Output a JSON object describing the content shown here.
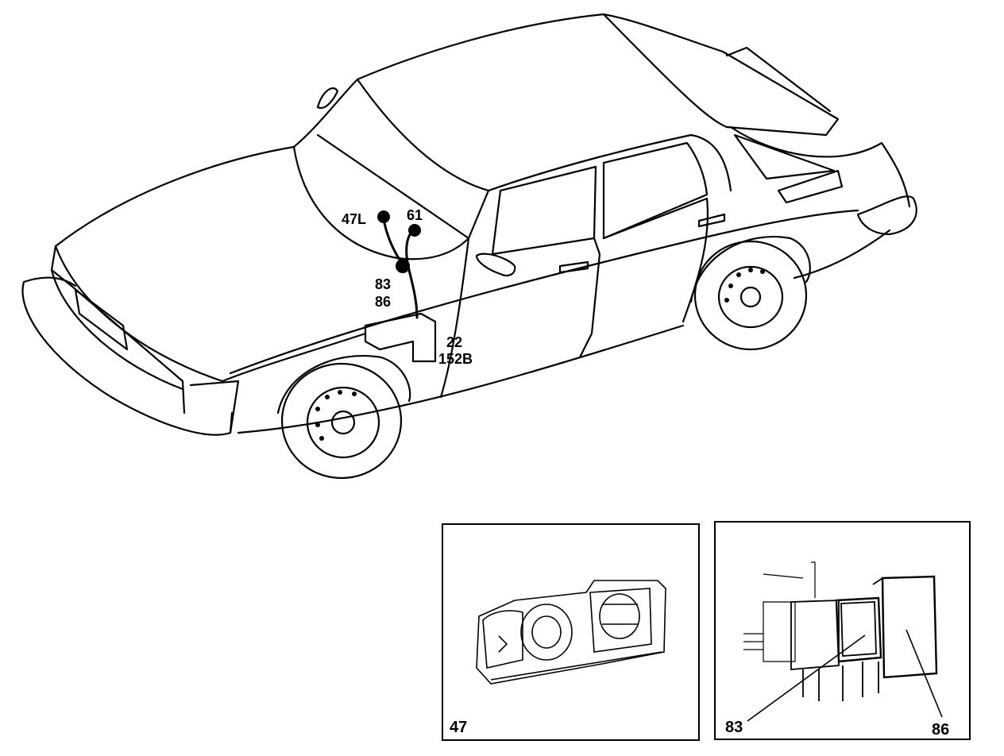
{
  "car_labels": {
    "l47L": "47L",
    "l61": "61",
    "l83": "83",
    "l86": "86",
    "l22": "22",
    "l152B": "152B"
  },
  "inset_left": {
    "label": "47"
  },
  "inset_right": {
    "label_83": "83",
    "label_86": "86"
  },
  "colors": {
    "ink": "#000000",
    "paper": "#ffffff"
  }
}
